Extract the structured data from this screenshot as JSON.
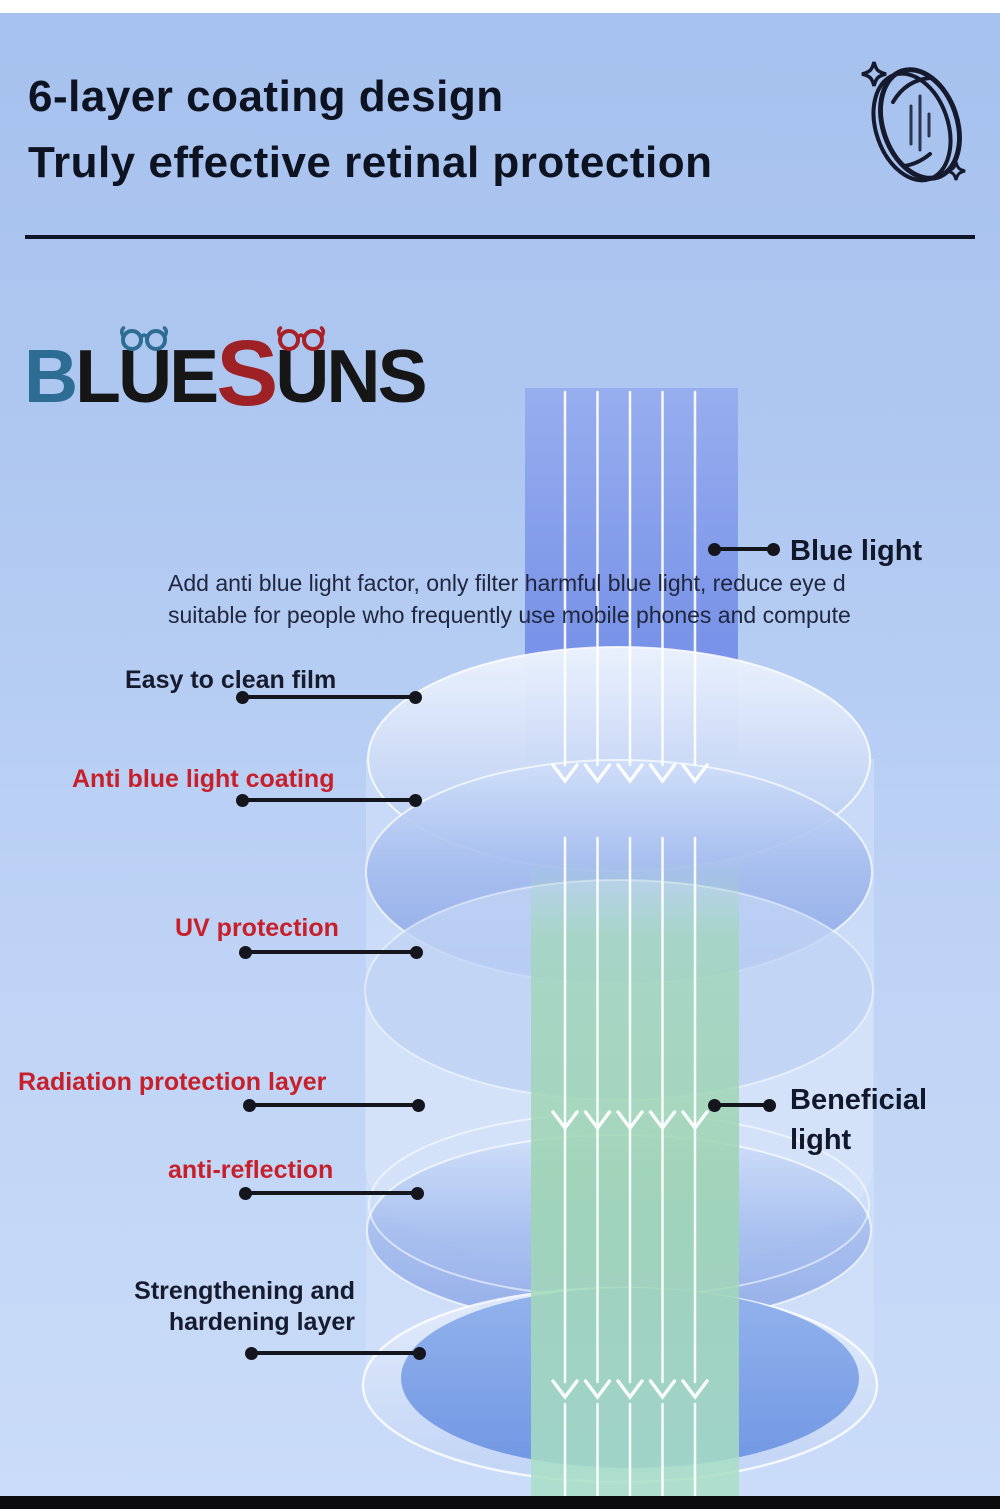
{
  "header": {
    "title_line1": "6-layer coating design",
    "title_line2": "Truly effective retinal protection"
  },
  "logo": {
    "letters": [
      {
        "ch": "B"
      },
      {
        "ch": "L"
      },
      {
        "ch": "U"
      },
      {
        "ch": "E"
      },
      {
        "ch": "S"
      },
      {
        "ch": "U"
      },
      {
        "ch": "N"
      },
      {
        "ch": "S"
      }
    ]
  },
  "intro": {
    "line1": "Add anti blue light factor, only filter harmful blue light, reduce eye d",
    "line2": "suitable for people who frequently use mobile phones and compute"
  },
  "diagram": {
    "right_labels": {
      "blue_light": "Blue light",
      "beneficial_line1": "Beneficial",
      "beneficial_line2": "light"
    },
    "left_labels": {
      "easy_clean": "Easy to clean film",
      "anti_blue": "Anti blue light coating",
      "uv": "UV protection",
      "radiation": "Radiation protection layer",
      "anti_reflection": "anti-reflection",
      "strengthening_line1": "Strengthening and",
      "strengthening_line2": "hardening layer"
    }
  },
  "colors": {
    "label_red": "#c7202b",
    "label_dark": "#171b2e",
    "logo_teal": "#2d6d93",
    "logo_red": "#9e2125",
    "beam_blue": "#7e98e8",
    "beam_green": "#a5d8b8",
    "background_top": "#a6c1ee",
    "background_bottom": "#cadcf8"
  }
}
